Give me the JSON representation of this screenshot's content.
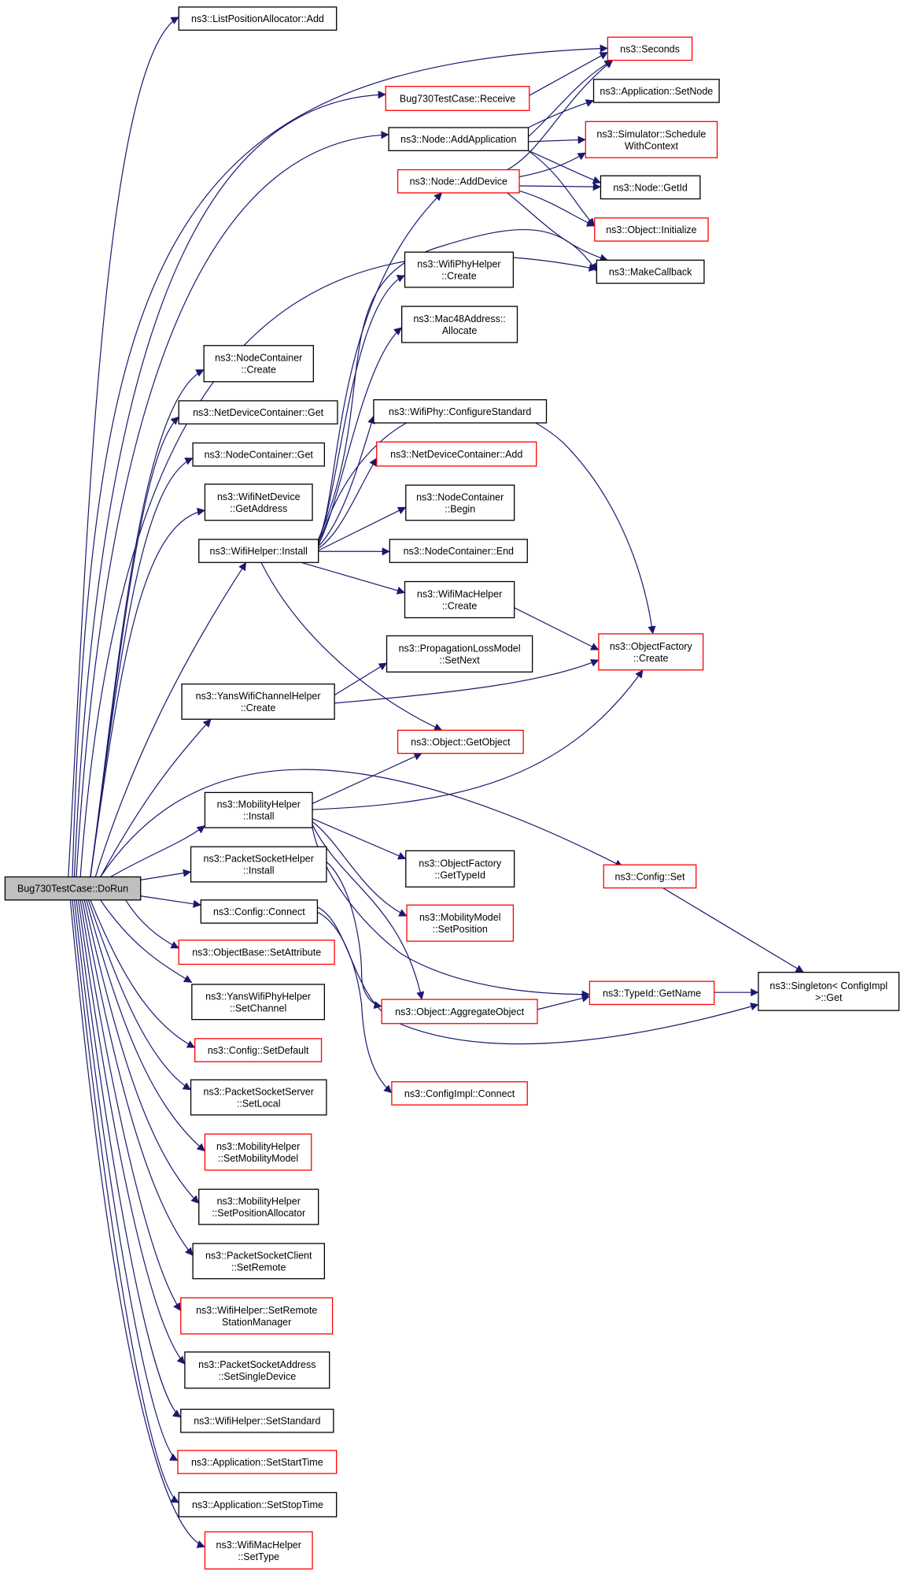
{
  "diagram_type": "call graph",
  "colors": {
    "edge": "#191970",
    "node_border": "#000000",
    "node_border_red": "#ff0000",
    "root_fill": "#bfbfbf"
  },
  "nodes": {
    "root": [
      "Bug730TestCase::DoRun"
    ],
    "listpos_add": [
      "ns3::ListPositionAllocator::Add"
    ],
    "seconds": [
      "ns3::Seconds"
    ],
    "bug_receive": [
      "Bug730TestCase::Receive"
    ],
    "app_setnode": [
      "ns3::Application::SetNode"
    ],
    "node_addapp": [
      "ns3::Node::AddApplication"
    ],
    "sim_schedule": [
      "ns3::Simulator::Schedule",
      "WithContext"
    ],
    "node_adddev": [
      "ns3::Node::AddDevice"
    ],
    "node_getid": [
      "ns3::Node::GetId"
    ],
    "obj_init": [
      "ns3::Object::Initialize"
    ],
    "makecallback": [
      "ns3::MakeCallback"
    ],
    "wifiphyhelper_create": [
      "ns3::WifiPhyHelper",
      "::Create"
    ],
    "mac48_alloc": [
      "ns3::Mac48Address::",
      "Allocate"
    ],
    "nodecont_create": [
      "ns3::NodeContainer",
      "::Create"
    ],
    "netdevcont_get": [
      "ns3::NetDeviceContainer::Get"
    ],
    "wifiphy_conf": [
      "ns3::WifiPhy::ConfigureStandard"
    ],
    "nodecont_get": [
      "ns3::NodeContainer::Get"
    ],
    "netdevcont_add": [
      "ns3::NetDeviceContainer::Add"
    ],
    "wifinetdev_getaddr": [
      "ns3::WifiNetDevice",
      "::GetAddress"
    ],
    "nodecont_begin": [
      "ns3::NodeContainer",
      "::Begin"
    ],
    "wifihelper_install": [
      "ns3::WifiHelper::Install"
    ],
    "nodecont_end": [
      "ns3::NodeContainer::End"
    ],
    "wifimac_create": [
      "ns3::WifiMacHelper",
      "::Create"
    ],
    "proploss_setnext": [
      "ns3::PropagationLossModel",
      "::SetNext"
    ],
    "objfactory_create": [
      "ns3::ObjectFactory",
      "::Create"
    ],
    "yanschan_create": [
      "ns3::YansWifiChannelHelper",
      "::Create"
    ],
    "obj_getobject": [
      "ns3::Object::GetObject"
    ],
    "mobility_install": [
      "ns3::MobilityHelper",
      "::Install"
    ],
    "pktsock_install": [
      "ns3::PacketSocketHelper",
      "::Install"
    ],
    "objfactory_gettypeid": [
      "ns3::ObjectFactory",
      "::GetTypeId"
    ],
    "config_set": [
      "ns3::Config::Set"
    ],
    "config_connect": [
      "ns3::Config::Connect"
    ],
    "mobmodel_setpos": [
      "ns3::MobilityModel",
      "::SetPosition"
    ],
    "objbase_setattr": [
      "ns3::ObjectBase::SetAttribute"
    ],
    "typeid_getname": [
      "ns3::TypeId::GetName"
    ],
    "singleton_get": [
      "ns3::Singleton< ConfigImpl",
      ">::Get"
    ],
    "obj_aggregate": [
      "ns3::Object::AggregateObject"
    ],
    "yansphy_setchan": [
      "ns3::YansWifiPhyHelper",
      "::SetChannel"
    ],
    "config_setdefault": [
      "ns3::Config::SetDefault"
    ],
    "configimpl_connect": [
      "ns3::ConfigImpl::Connect"
    ],
    "pktsockserver_setlocal": [
      "ns3::PacketSocketServer",
      "::SetLocal"
    ],
    "mobility_setmodel": [
      "ns3::MobilityHelper",
      "::SetMobilityModel"
    ],
    "mobility_setposalloc": [
      "ns3::MobilityHelper",
      "::SetPositionAllocator"
    ],
    "pktsockclient_setremote": [
      "ns3::PacketSocketClient",
      "::SetRemote"
    ],
    "wifihelper_setremote": [
      "ns3::WifiHelper::SetRemote",
      "StationManager"
    ],
    "pktsockaddr_setdev": [
      "ns3::PacketSocketAddress",
      "::SetSingleDevice"
    ],
    "wifihelper_setstd": [
      "ns3::WifiHelper::SetStandard"
    ],
    "app_setstart": [
      "ns3::Application::SetStartTime"
    ],
    "app_setstop": [
      "ns3::Application::SetStopTime"
    ],
    "wifimac_settype": [
      "ns3::WifiMacHelper",
      "::SetType"
    ]
  }
}
